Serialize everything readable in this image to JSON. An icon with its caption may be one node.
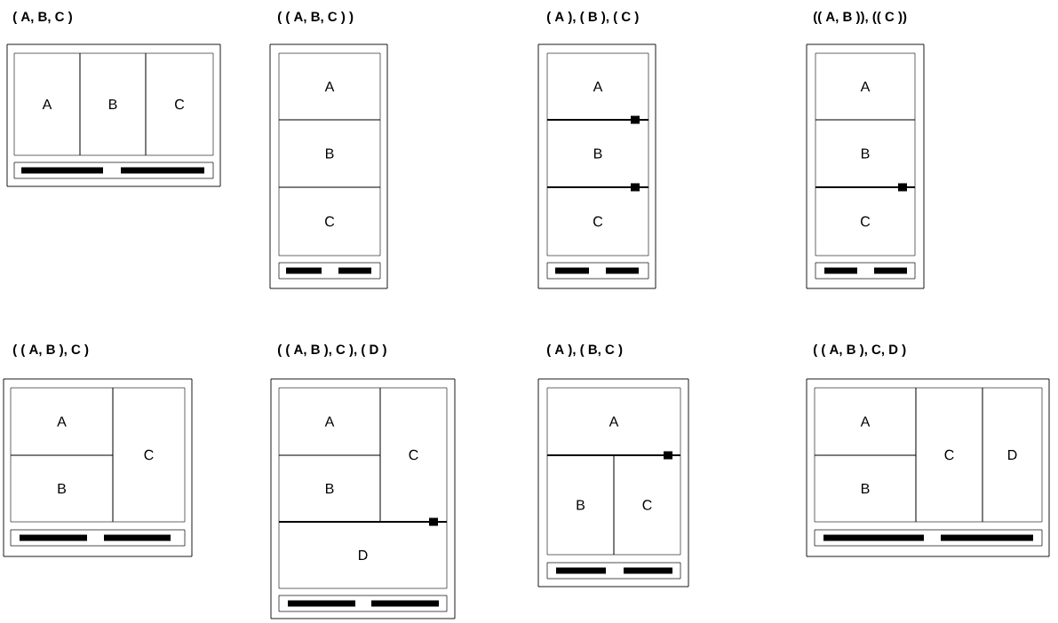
{
  "diagram": {
    "nodes": [
      {
        "text": [
          "( A, B, C )"
        ]
      },
      {
        "text": [
          "A"
        ],
        "in": 0
      },
      {
        "text": [
          "B"
        ],
        "in": 0
      },
      {
        "text": [
          "C"
        ],
        "in": 0
      },
      {
        "text": [
          "( ( A, B, C ) )"
        ]
      },
      {
        "text": [
          "A"
        ],
        "in": 4
      },
      {
        "text": [
          "B"
        ],
        "in": 4
      },
      {
        "text": [
          "C"
        ],
        "in": 4
      },
      {
        "text": [
          "( A ), ( B ), ( C )"
        ]
      },
      {
        "text": [
          "A"
        ],
        "in": 8
      },
      {
        "text": [
          "B"
        ],
        "in": 8
      },
      {
        "text": [
          "C"
        ],
        "in": 8
      },
      {
        "text": [
          "(( A, B )), (( C ))"
        ]
      },
      {
        "text": [
          "A"
        ],
        "in": 12
      },
      {
        "text": [
          "B"
        ],
        "in": 12
      },
      {
        "text": [
          "C"
        ],
        "in": 12
      },
      {
        "text": [
          "( ( A, B ), C )"
        ]
      },
      {
        "text": [
          "A"
        ],
        "in": 16
      },
      {
        "text": [
          "B"
        ],
        "in": 16
      },
      {
        "text": [
          "C"
        ],
        "in": 16
      },
      {
        "text": [
          "( ( A, B ), C ), ( D )"
        ]
      },
      {
        "text": [
          "A"
        ],
        "in": 20
      },
      {
        "text": [
          "B"
        ],
        "in": 20
      },
      {
        "text": [
          "C"
        ],
        "in": 20
      },
      {
        "text": [
          "D"
        ],
        "in": 20
      },
      {
        "text": [
          "( A ), ( B, C )"
        ]
      },
      {
        "text": [
          "A"
        ],
        "in": 25
      },
      {
        "text": [
          "B"
        ],
        "in": 25
      },
      {
        "text": [
          "C"
        ],
        "in": 25
      },
      {
        "text": [
          "( ( A, B ), C, D )"
        ]
      },
      {
        "text": [
          "A"
        ],
        "in": 29
      },
      {
        "text": [
          "B"
        ],
        "in": 29
      },
      {
        "text": [
          "C"
        ],
        "in": 29
      },
      {
        "text": [
          "D"
        ],
        "in": 29
      }
    ]
  }
}
